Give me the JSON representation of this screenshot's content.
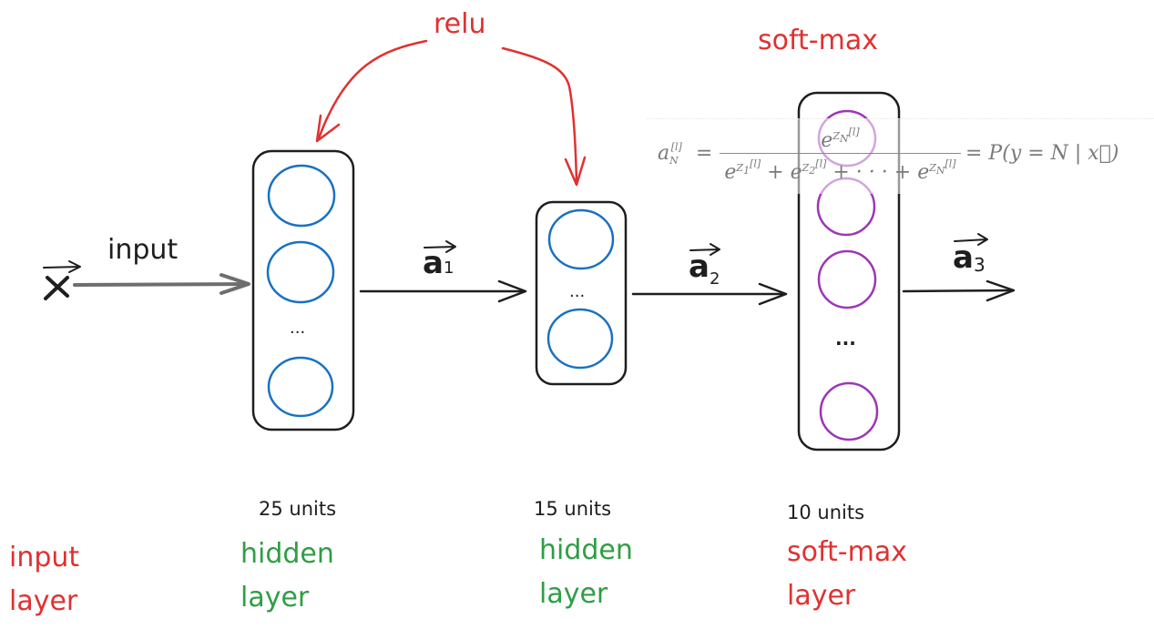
{
  "diagram": {
    "title_annotations": {
      "relu": "relu",
      "softmax_top": "soft-max"
    },
    "input": {
      "vector_symbol": "x",
      "arrow_label": "input"
    },
    "activations": [
      {
        "symbol": "a",
        "subscript": "1"
      },
      {
        "symbol": "a",
        "subscript": "2"
      },
      {
        "symbol": "a",
        "subscript": "3"
      }
    ],
    "layers": [
      {
        "id": "input",
        "units_label": "",
        "name_line1": "input",
        "name_line2": "layer",
        "color": "#e03131"
      },
      {
        "id": "hidden1",
        "units_label": "25 units",
        "name_line1": "hidden",
        "name_line2": "layer",
        "color": "#2f9e44",
        "node_color": "#1971c2",
        "ellipsis": "..."
      },
      {
        "id": "hidden2",
        "units_label": "15 units",
        "name_line1": "hidden",
        "name_line2": "layer",
        "color": "#2f9e44",
        "node_color": "#1971c2",
        "ellipsis": "..."
      },
      {
        "id": "softmax",
        "units_label": "10 units",
        "name_line1": "soft-max",
        "name_line2": "layer",
        "color": "#e03131",
        "node_color": "#9c36b5",
        "ellipsis": "..."
      }
    ],
    "formula": {
      "lhs": "a_N^[l] =",
      "numerator": "e^(Z_N^[l])",
      "denominator": "e^(Z_1^[l]) + e^(Z_2^[l]) + · · · + e^(Z_N^[l])",
      "rhs": "= P(y = N | x⃗)"
    },
    "colors": {
      "stroke": "#1e1e1e",
      "input_arrow": "#6e6e6e",
      "annotation_red": "#e03131",
      "label_green": "#2f9e44",
      "hidden_nodes": "#1971c2",
      "softmax_nodes": "#9c36b5"
    }
  }
}
